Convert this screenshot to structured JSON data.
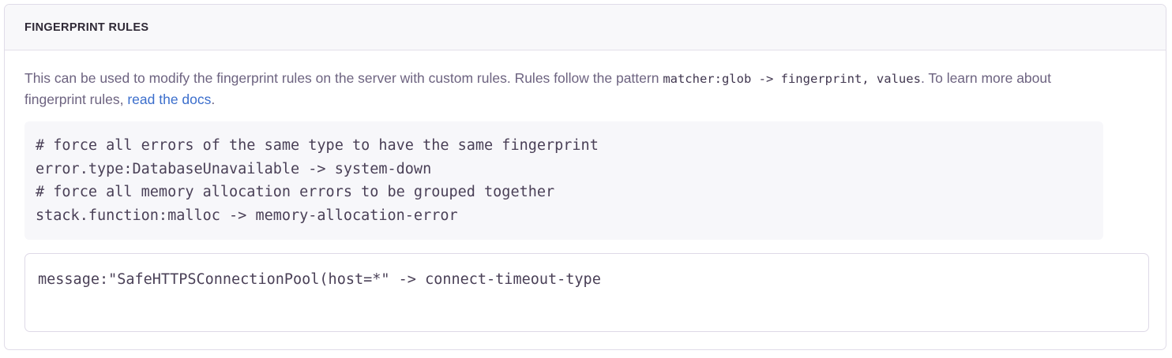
{
  "panel": {
    "title": "FINGERPRINT RULES",
    "description": {
      "before_code": "This can be used to modify the fingerprint rules on the server with custom rules. Rules follow the pattern ",
      "inline_code": "matcher:glob -> fingerprint, values",
      "after_code": ". To learn more about fingerprint rules, ",
      "link_text": "read the docs",
      "trailing": ".",
      "link_color": "#3b6ecc"
    },
    "example_code": {
      "lines": [
        "# force all errors of the same type to have the same fingerprint",
        "error.type:DatabaseUnavailable -> system-down",
        "# force all memory allocation errors to be grouped together",
        "stack.function:malloc -> memory-allocation-error"
      ],
      "background": "#f7f7fa"
    },
    "rules_input": {
      "value": "message:\"SafeHTTPSConnectionPool(host=*\" -> connect-timeout-type",
      "placeholder": ""
    }
  }
}
